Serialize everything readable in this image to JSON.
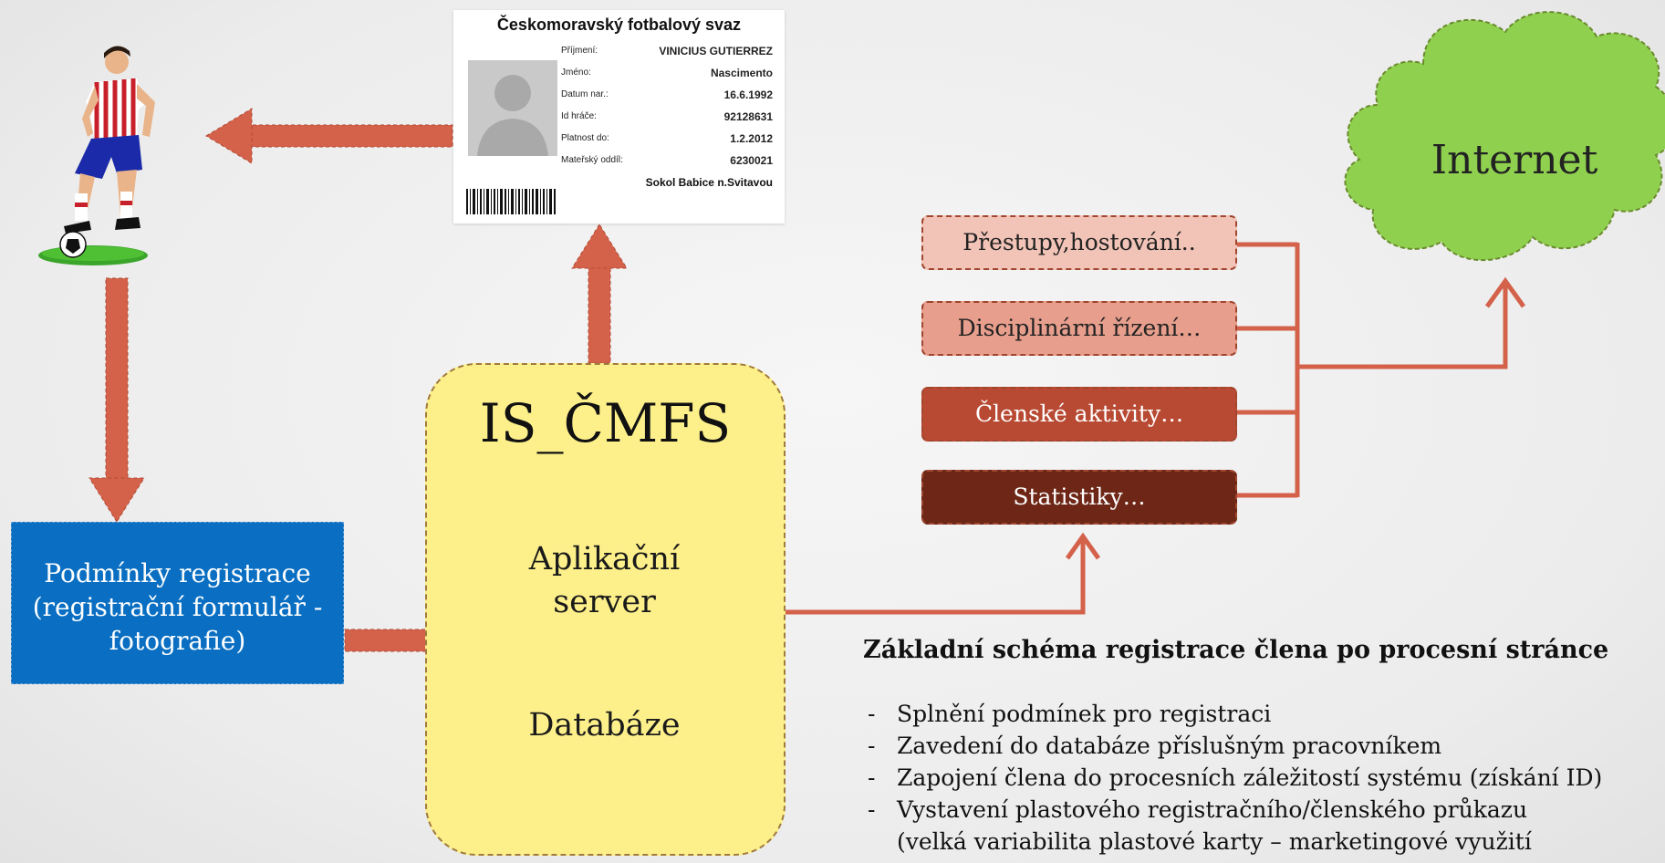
{
  "id_card": {
    "title": "Českomoravský fotbalový svaz",
    "rows": [
      {
        "label": "Příjmení:",
        "value": "VINICIUS GUTIERREZ"
      },
      {
        "label": "Jméno:",
        "value": "Nascimento"
      },
      {
        "label": "Datum nar.:",
        "value": "16.6.1992"
      },
      {
        "label": "Id hráče:",
        "value": "92128631"
      },
      {
        "label": "Platnost do:",
        "value": "1.2.2012"
      },
      {
        "label": "Mateřský oddíl:",
        "value": "6230021"
      }
    ],
    "club": "Sokol Babice n.Svitavou"
  },
  "registration": {
    "line1": "Podmínky registrace",
    "line2": "(registrační formulář -",
    "line3": "fotografie)"
  },
  "system": {
    "title": "IS_ČMFS",
    "app_server_line1": "Aplikační",
    "app_server_line2": "server",
    "database": "Databáze"
  },
  "modules": [
    "Přestupy,hostování..",
    "Disciplinární řízení…",
    "Členské aktivity…",
    "Statistiky…"
  ],
  "internet": "Internet",
  "notes": {
    "heading": "Základní schéma registrace člena po procesní stránce",
    "items": [
      "Splnění podmínek pro registraci",
      "Zavedení do databáze příslušným pracovníkem",
      "Zapojení člena do procesních záležitostí systému (získání ID)",
      "Vystavení plastového registračního/členského průkazu",
      "(velká variabilita plastové karty – marketingové využití"
    ]
  },
  "colors": {
    "arrow": "#d4614a",
    "is_box": "#fdf08b",
    "cylinder": "#cf6148",
    "registration_box": "#0a6fc2",
    "cloud": "#8fd14f"
  }
}
